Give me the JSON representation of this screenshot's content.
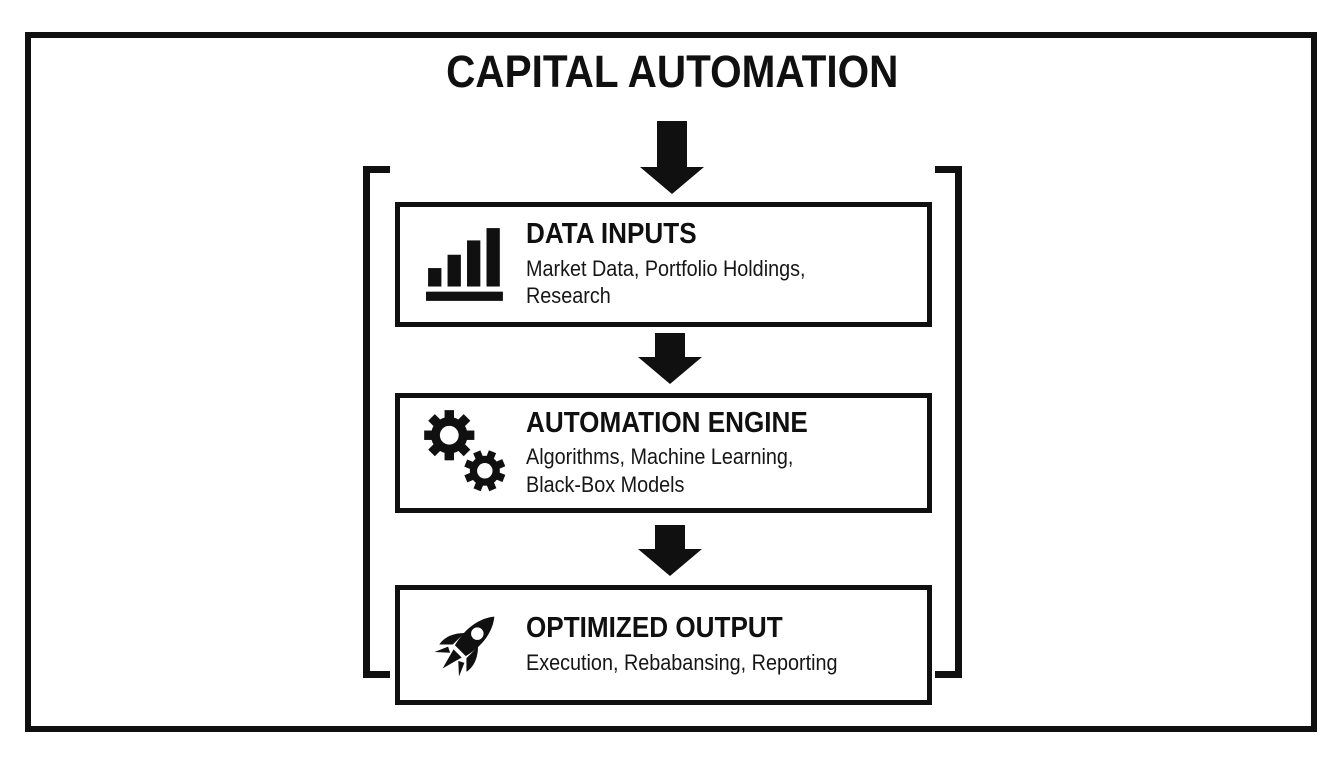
{
  "diagram": {
    "title": "CAPITAL AUTOMATION",
    "boxes": [
      {
        "id": "data-inputs",
        "icon": "bar-chart-icon",
        "heading": "DATA INPUTS",
        "description": "Market Data, Portfolio Holdings, Research"
      },
      {
        "id": "automation-engine",
        "icon": "gears-icon",
        "heading": "AUTOMATION ENGINE",
        "description": "Algorithms, Machine Learning,\nBlack-Box Models"
      },
      {
        "id": "optimized-output",
        "icon": "rocket-icon",
        "heading": "OPTIMIZED OUTPUT",
        "description": "Execution, Rebabansing, Reporting"
      }
    ],
    "colors": {
      "ink": "#101010",
      "background": "#ffffff"
    }
  }
}
